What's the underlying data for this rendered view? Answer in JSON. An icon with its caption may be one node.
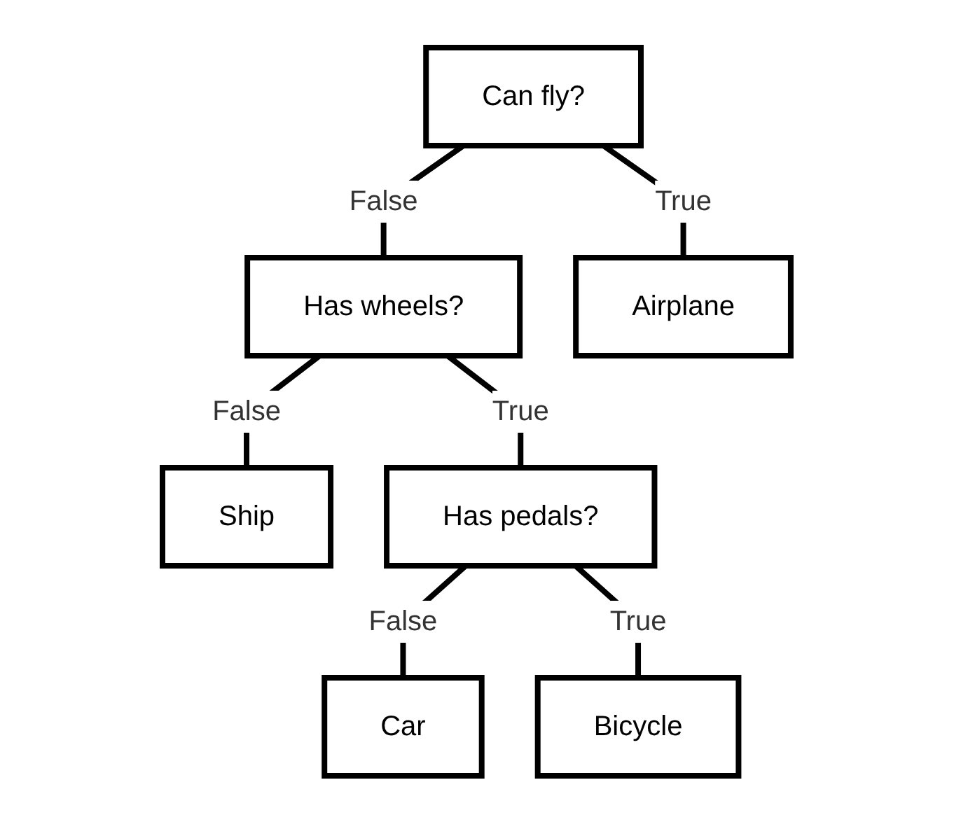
{
  "diagram": {
    "nodes": [
      {
        "text": [
          "Can fly?"
        ]
      },
      {
        "text": [
          "Has wheels?"
        ]
      },
      {
        "text": [
          "Airplane"
        ]
      },
      {
        "text": [
          "Ship"
        ]
      },
      {
        "text": [
          "Has pedals?"
        ]
      },
      {
        "text": [
          "Car"
        ]
      },
      {
        "text": [
          "Bicycle"
        ]
      }
    ],
    "edges": [
      {
        "from": 0,
        "to": 1,
        "arrow": "none",
        "label": "False"
      },
      {
        "from": 0,
        "to": 2,
        "arrow": "none",
        "label": "True"
      },
      {
        "from": 1,
        "to": 3,
        "arrow": "none",
        "label": "False"
      },
      {
        "from": 1,
        "to": 4,
        "arrow": "none",
        "label": "True"
      },
      {
        "from": 4,
        "to": 5,
        "arrow": "none",
        "label": "False"
      },
      {
        "from": 4,
        "to": 6,
        "arrow": "none",
        "label": "True"
      }
    ]
  }
}
